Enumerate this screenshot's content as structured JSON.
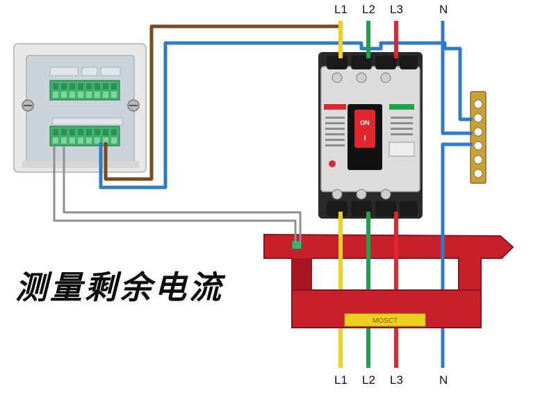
{
  "diagram": {
    "title": "测量剩余电流",
    "phase_labels_top": [
      "L1",
      "L2",
      "L3",
      "N"
    ],
    "phase_labels_bottom": [
      "L1",
      "L2",
      "L3",
      "N"
    ],
    "colors": {
      "L1": "#f0d020",
      "L2": "#1fa24a",
      "L3": "#e0262e",
      "N": "#2f7cc4",
      "brown_wire": "#7a4a1e",
      "grey_wire": "#8f8f8f",
      "ct_red": "#c8202a",
      "busbar": "#c8a13a",
      "terminal_green": "#3fb36b",
      "breaker_body": "#d9d9d9"
    },
    "breaker": {
      "handle_text": "ON",
      "handle_mark": "I"
    },
    "ct_label": "MOSCT"
  }
}
